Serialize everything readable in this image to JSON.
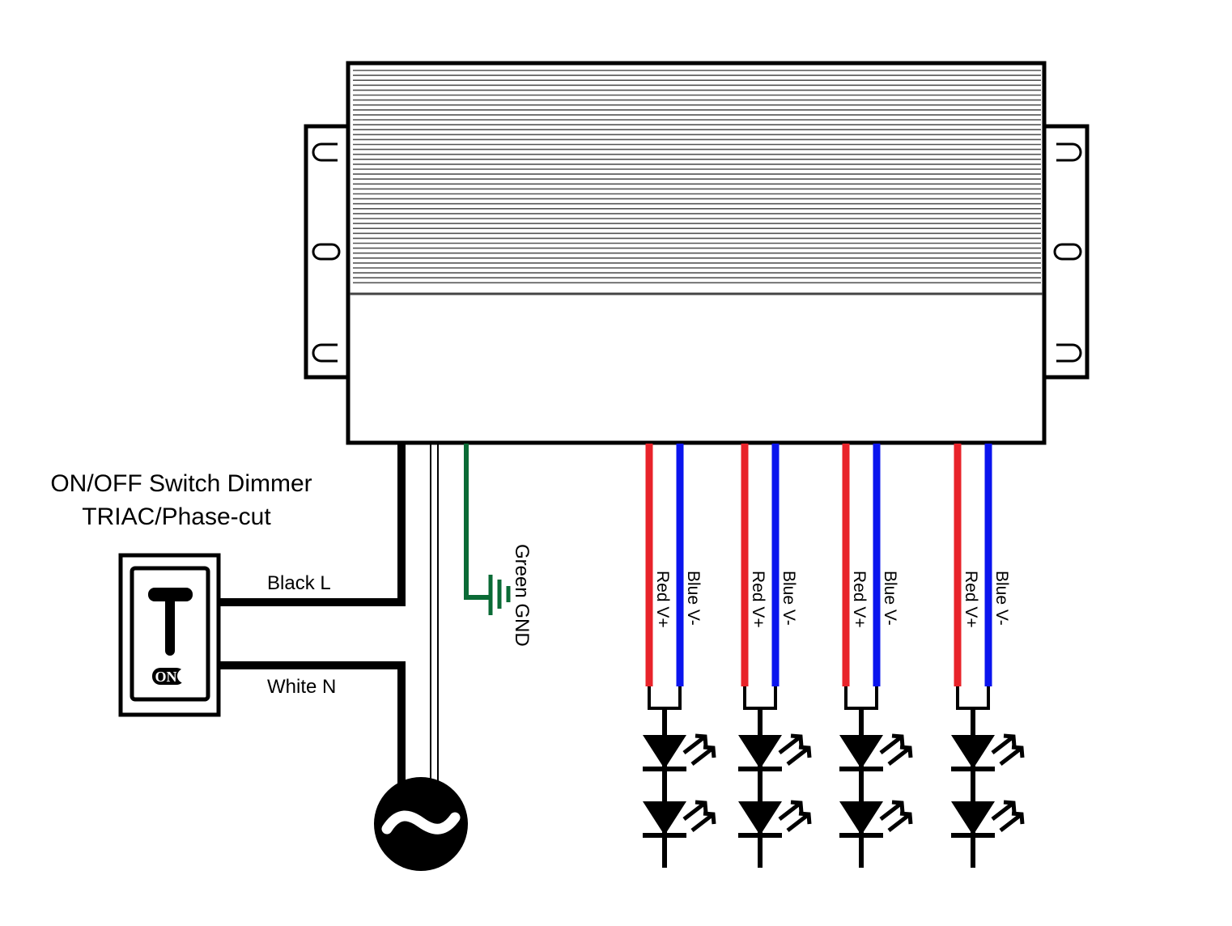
{
  "switch_title": {
    "line1": "ON/OFF Switch Dimmer",
    "line2": "TRIAC/Phase-cut"
  },
  "switch_label": "ON",
  "wires": {
    "black_l": "Black L",
    "white_n": "White N",
    "green_gnd": "Green GND"
  },
  "channels": [
    {
      "pos": "Red V+",
      "neg": "Blue V-"
    },
    {
      "pos": "Red V+",
      "neg": "Blue V-"
    },
    {
      "pos": "Red V+",
      "neg": "Blue V-"
    },
    {
      "pos": "Red V+",
      "neg": "Blue V-"
    }
  ],
  "colors": {
    "red_wire": "#e8232a",
    "blue_wire": "#0a14ee",
    "green_wire": "#0b6b36",
    "outline": "#000000",
    "fin": "#555555"
  }
}
